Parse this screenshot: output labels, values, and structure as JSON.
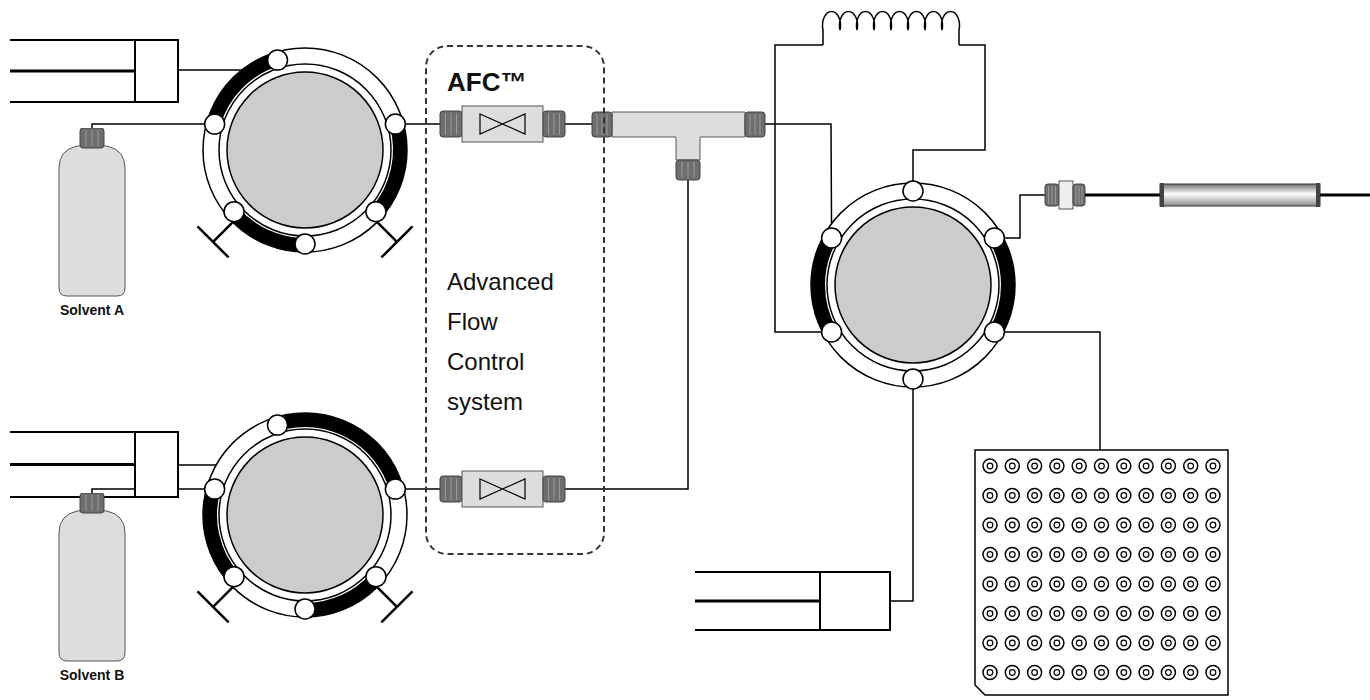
{
  "diagram": {
    "nodes": [
      {
        "text": [
          "Solvent A"
        ]
      },
      {
        "text": [
          "AFC™",
          "Advanced Flow Control system"
        ]
      },
      {
        "text": [
          "Solvent B"
        ]
      }
    ]
  }
}
